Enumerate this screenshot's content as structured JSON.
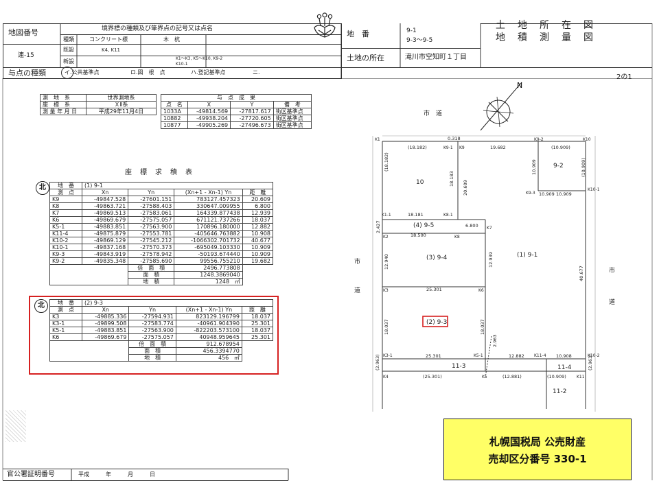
{
  "header": {
    "map_number_label": "地図番号",
    "map_number": "連-15",
    "boundary_title": "境界標の種類及び筆界点の記号又は点名",
    "kind_label": "種類",
    "concrete_label": "コンクリート標",
    "wood_label": "木　杭",
    "existing_label": "既設",
    "existing_concrete": "K4, K11",
    "new_label": "新設",
    "new_wood": "K1～K3, K5～K10, K9-2",
    "new_wood_2": "K10-1",
    "lot_label": "地　番",
    "lot_value_1": "9-1",
    "lot_value_2": "9-3～9-5",
    "location_label": "土地の所在",
    "location_value": "滝川市空知町１丁目",
    "title_1": "土　地　所　在　図",
    "title_2": "地　積　測　量　図",
    "page": "2の1",
    "given_point_label": "与点の種類",
    "given_point_options": [
      "イ.公共基準点",
      "ロ.図　根　点",
      "ハ.登記基準点",
      "ニ."
    ]
  },
  "survey_info": {
    "rows": [
      {
        "label": "測　地　系",
        "value": "世界測地系"
      },
      {
        "label": "座　標　系",
        "value": "ＸⅡ系"
      },
      {
        "label": "測 量 年 月 日",
        "value": "平成29年11月4日"
      }
    ]
  },
  "given_points": {
    "title": "与　点　成　果",
    "headers": [
      "点　名",
      "X",
      "Y",
      "備　考"
    ],
    "rows": [
      [
        "1033A",
        "-49814.569",
        "-27817.617",
        "街区基準点"
      ],
      [
        "10882",
        "-49938.204",
        "-27720.605",
        "街区基準点"
      ],
      [
        "10877",
        "-49905.269",
        "-27496.673",
        "街区基準点"
      ]
    ]
  },
  "coord_title": "座　標　求　積　表",
  "table1": {
    "seal": "北",
    "lot_label": "地　番",
    "lot": "(1) 9-1",
    "headers": [
      "測　点",
      "Xn",
      "Yn",
      "(Xn+1 - Xn-1) Yn",
      "距　離"
    ],
    "rows": [
      [
        "K9",
        "-49847.528",
        "-27601.151",
        "783127.457323",
        "20.609"
      ],
      [
        "K8",
        "-49863.721",
        "-27588.403",
        "330647.009955",
        "6.800"
      ],
      [
        "K7",
        "-49869.513",
        "-27583.061",
        "164339.877438",
        "12.939"
      ],
      [
        "K6",
        "-49869.679",
        "-27575.057",
        "671121.737266",
        "18.037"
      ],
      [
        "K5-1",
        "-49883.851",
        "-27563.900",
        "170896.180000",
        "12.882"
      ],
      [
        "K11-4",
        "-49875.879",
        "-27553.781",
        "-405646.763882",
        "10.908"
      ],
      [
        "K10-2",
        "-49869.129",
        "-27545.212",
        "-1066302.701732",
        "40.677"
      ],
      [
        "K10-1",
        "-49837.168",
        "-27570.373",
        "-695049.103330",
        "10.909"
      ],
      [
        "K9-3",
        "-49843.919",
        "-27578.942",
        "-50193.674440",
        "10.909"
      ],
      [
        "K9-2",
        "-49835.348",
        "-27585.690",
        "99556.755210",
        "19.682"
      ]
    ],
    "double_label": "倍　面　積",
    "double": "2496.773808",
    "area_label": "面　積",
    "area": "1248.3869040",
    "land_label": "地　積",
    "land": "1248",
    "unit": "㎡"
  },
  "table2": {
    "seal": "北",
    "lot_label": "地　番",
    "lot": "(2) 9-3",
    "headers": [
      "測　点",
      "Xn",
      "Yn",
      "(Xn+1 - Xn-1) Yn",
      "距　離"
    ],
    "rows": [
      [
        "K3",
        "-49885.336",
        "-27594.931",
        "823129.196799",
        "18.037"
      ],
      [
        "K3-1",
        "-49899.508",
        "-27583.774",
        "-40961.904390",
        "25.301"
      ],
      [
        "K5-1",
        "-49883.851",
        "-27563.900",
        "-822203.573100",
        "18.037"
      ],
      [
        "K6",
        "-49869.679",
        "-27575.057",
        "40948.959645",
        "25.301"
      ]
    ],
    "double_label": "倍　面　積",
    "double": "912.678954",
    "area_label": "面　積",
    "area": "456.3394770",
    "land_label": "地　積",
    "land": "456",
    "unit": "㎡"
  },
  "plan": {
    "road_top": "市　道",
    "road_left": [
      "市",
      "道"
    ],
    "road_right": [
      "市",
      "道"
    ],
    "north": "N",
    "lots": {
      "l10": "10",
      "l92": "9-2",
      "l95": "(4) 9-5",
      "l94": "(3) 9-4",
      "l91": "(1) 9-1",
      "l93": "(2) 9-3",
      "l113": "11-3",
      "l114": "11-4",
      "l112": "11-2"
    },
    "points": {
      "K1": "K1",
      "K9_1": "K9-1",
      "K9": "K9",
      "K9_2": "K9-2",
      "K10": "K10",
      "K9_3": "K9-3",
      "K10_1": "K10-1",
      "K1_1": "K1-1",
      "K8_1": "K8-1",
      "K7": "K7",
      "K2": "K2",
      "K8": "K8",
      "K3": "K3",
      "K6": "K6",
      "K3_1": "K3-1",
      "K5_1": "K5-1",
      "K11_4": "K11-4",
      "K10_2": "K10-2",
      "K4": "K4",
      "K5": "K5",
      "K11": "K11"
    },
    "dims": {
      "d0318": "0.318",
      "d18182": "(18.182)",
      "d19682": "19.682",
      "d10909a": "(10.909)",
      "d18182v": "(18.182)",
      "d20609": "20.609",
      "d18183": "18.183",
      "d10909v": "10.909",
      "d10909vp": "(10.909)",
      "d10909b": "10.909",
      "d18181": "18.181",
      "d2427": "2.427",
      "d6800": "6.800",
      "d18500": "18.500",
      "d12940": "12.940",
      "d12939": "12.939",
      "d40677": "40.677",
      "d25301": "25.301",
      "d18037a": "18.037",
      "d18037b": "18.037",
      "d2963": "2.963",
      "d25301b": "25.301",
      "d12882": "12.882",
      "d10908": "10.908",
      "d2963l": "(2.963)",
      "d2963r": "(2.963)",
      "d25301p": "(25.301)",
      "d12881": "(12.881)",
      "d10909c": "(10.909)"
    }
  },
  "notice": {
    "line1": "札幌国税局 公売財産",
    "line2": "売却区分番号 330-1"
  },
  "footer": {
    "cert_label": "官公署証明番号",
    "era": "平成　　　年　　　月　　　日"
  }
}
